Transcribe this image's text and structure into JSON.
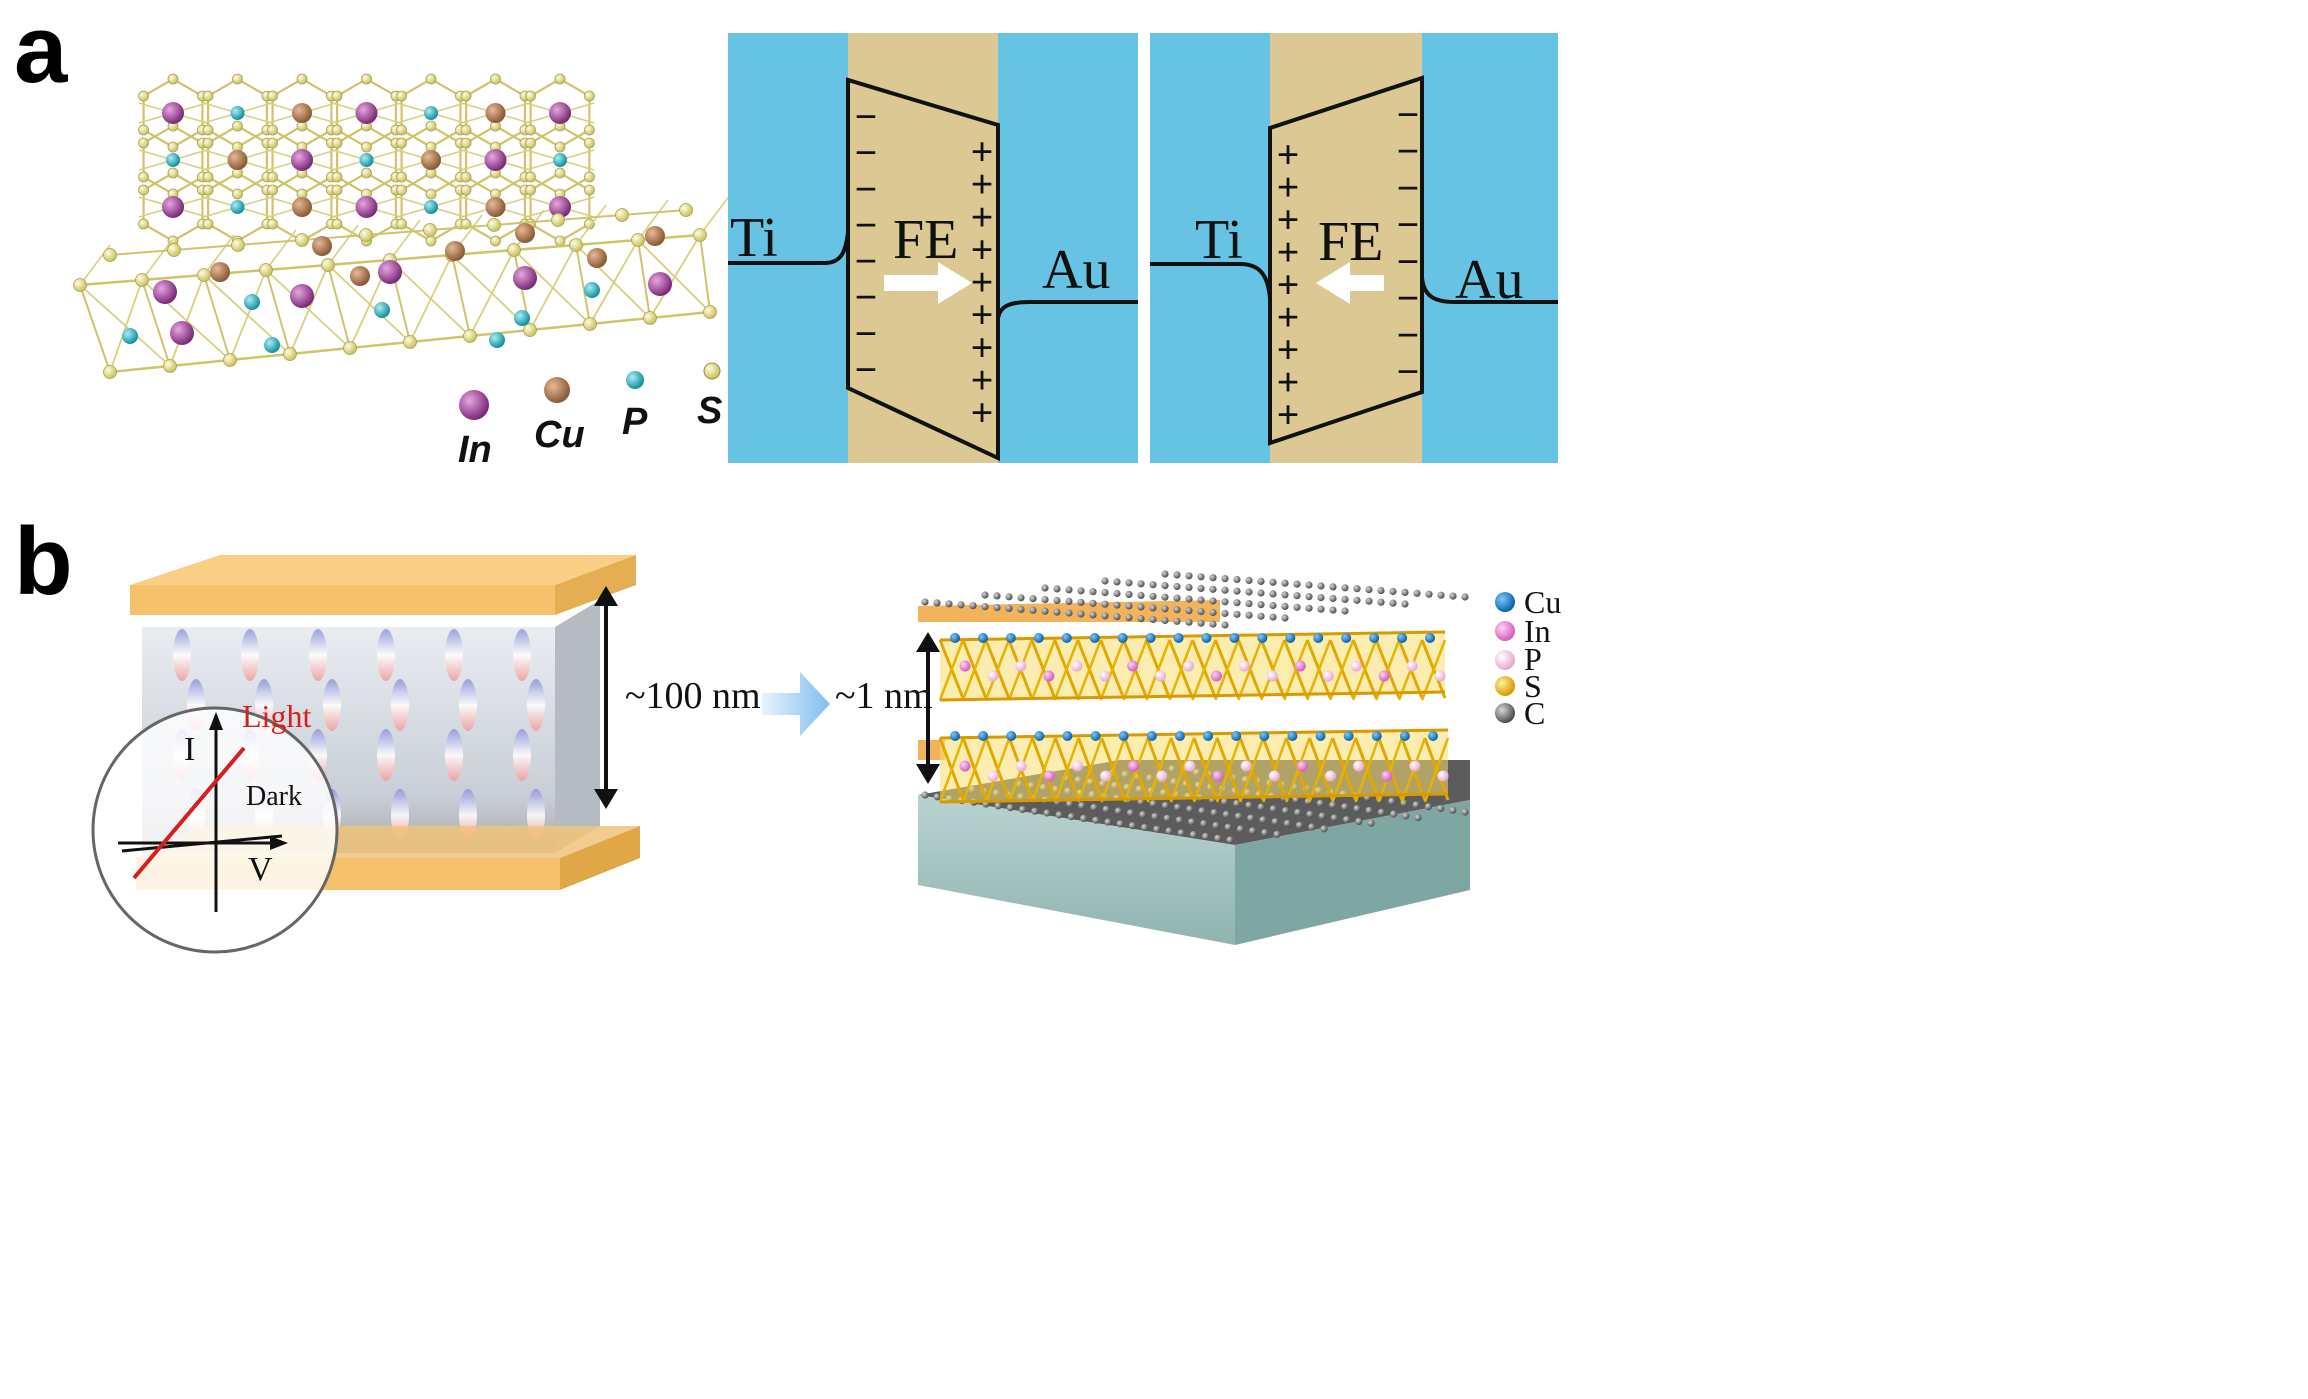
{
  "panel_a": {
    "label": "a",
    "structure_legend": [
      {
        "element": "In",
        "color": "#a0459d"
      },
      {
        "element": "Cu",
        "color": "#b07a52"
      },
      {
        "element": "P",
        "color": "#2fb8c8"
      },
      {
        "element": "S",
        "color": "#ece78c"
      }
    ],
    "band_left": {
      "left_metal": "Ti",
      "layer": "FE",
      "right_metal": "Au",
      "left_charges": [
        "−",
        "−",
        "−",
        "−",
        "−",
        "−",
        "−",
        "−"
      ],
      "right_charges": [
        "+",
        "+",
        "+",
        "+",
        "+",
        "+",
        "+",
        "+",
        "+"
      ],
      "arrow_direction": "right"
    },
    "band_right": {
      "left_metal": "Ti",
      "layer": "FE",
      "right_metal": "Au",
      "left_charges": [
        "+",
        "+",
        "+",
        "+",
        "+",
        "+",
        "+",
        "+",
        "+"
      ],
      "right_charges": [
        "−",
        "−",
        "−",
        "−",
        "−",
        "−",
        "−",
        "−"
      ],
      "arrow_direction": "left"
    },
    "colors": {
      "metal": "#66c3e3",
      "ferroelectric": "#dcc893",
      "line": "#111111"
    }
  },
  "panel_b": {
    "label": "b",
    "bulk_device": {
      "thickness_label": "~100 nm",
      "inset": {
        "y_axis": "I",
        "x_axis": "V",
        "light_label": "Light",
        "dark_label": "Dark",
        "light_color": "#d81e1e"
      }
    },
    "thin_device": {
      "thickness_label": "~1 nm",
      "legend": [
        {
          "element": "Cu",
          "color": "#1b86d6"
        },
        {
          "element": "In",
          "color": "#f08ae0"
        },
        {
          "element": "P",
          "color": "#f6cde8"
        },
        {
          "element": "S",
          "color": "#f4c21a"
        },
        {
          "element": "C",
          "color": "#8a8a8a"
        }
      ]
    },
    "colors": {
      "electrode": "#f5c26b",
      "substrate": "#a9c8c4"
    }
  }
}
